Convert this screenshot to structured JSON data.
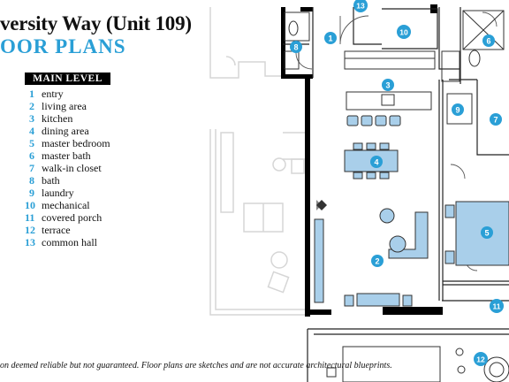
{
  "header": {
    "title": "versity Way (Unit 109)",
    "subtitle": "OOR PLANS"
  },
  "legend": {
    "heading": "MAIN LEVEL",
    "items": [
      {
        "num": "1",
        "label": "entry"
      },
      {
        "num": "2",
        "label": "living area"
      },
      {
        "num": "3",
        "label": "kitchen"
      },
      {
        "num": "4",
        "label": "dining area"
      },
      {
        "num": "5",
        "label": "master bedroom"
      },
      {
        "num": "6",
        "label": "master bath"
      },
      {
        "num": "7",
        "label": "walk-in closet"
      },
      {
        "num": "8",
        "label": "bath"
      },
      {
        "num": "9",
        "label": "laundry"
      },
      {
        "num": "10",
        "label": "mechanical"
      },
      {
        "num": "11",
        "label": "covered porch"
      },
      {
        "num": "12",
        "label": "terrace"
      },
      {
        "num": "13",
        "label": "common hall"
      }
    ]
  },
  "markers": {
    "m1": "1",
    "m2": "2",
    "m3": "3",
    "m4": "4",
    "m5": "5",
    "m6": "6",
    "m7": "7",
    "m8": "8",
    "m9": "9",
    "m10": "10",
    "m11": "11",
    "m12": "12",
    "m13": "13"
  },
  "footer": {
    "disclaimer": "on deemed reliable but not guaranteed. Floor plans are sketches and are not accurate architectural blueprints."
  },
  "colors": {
    "accent": "#2a9fd6",
    "furniture": "#a9cfea",
    "wall": "#000000",
    "ghost": "#d8d8d8"
  }
}
